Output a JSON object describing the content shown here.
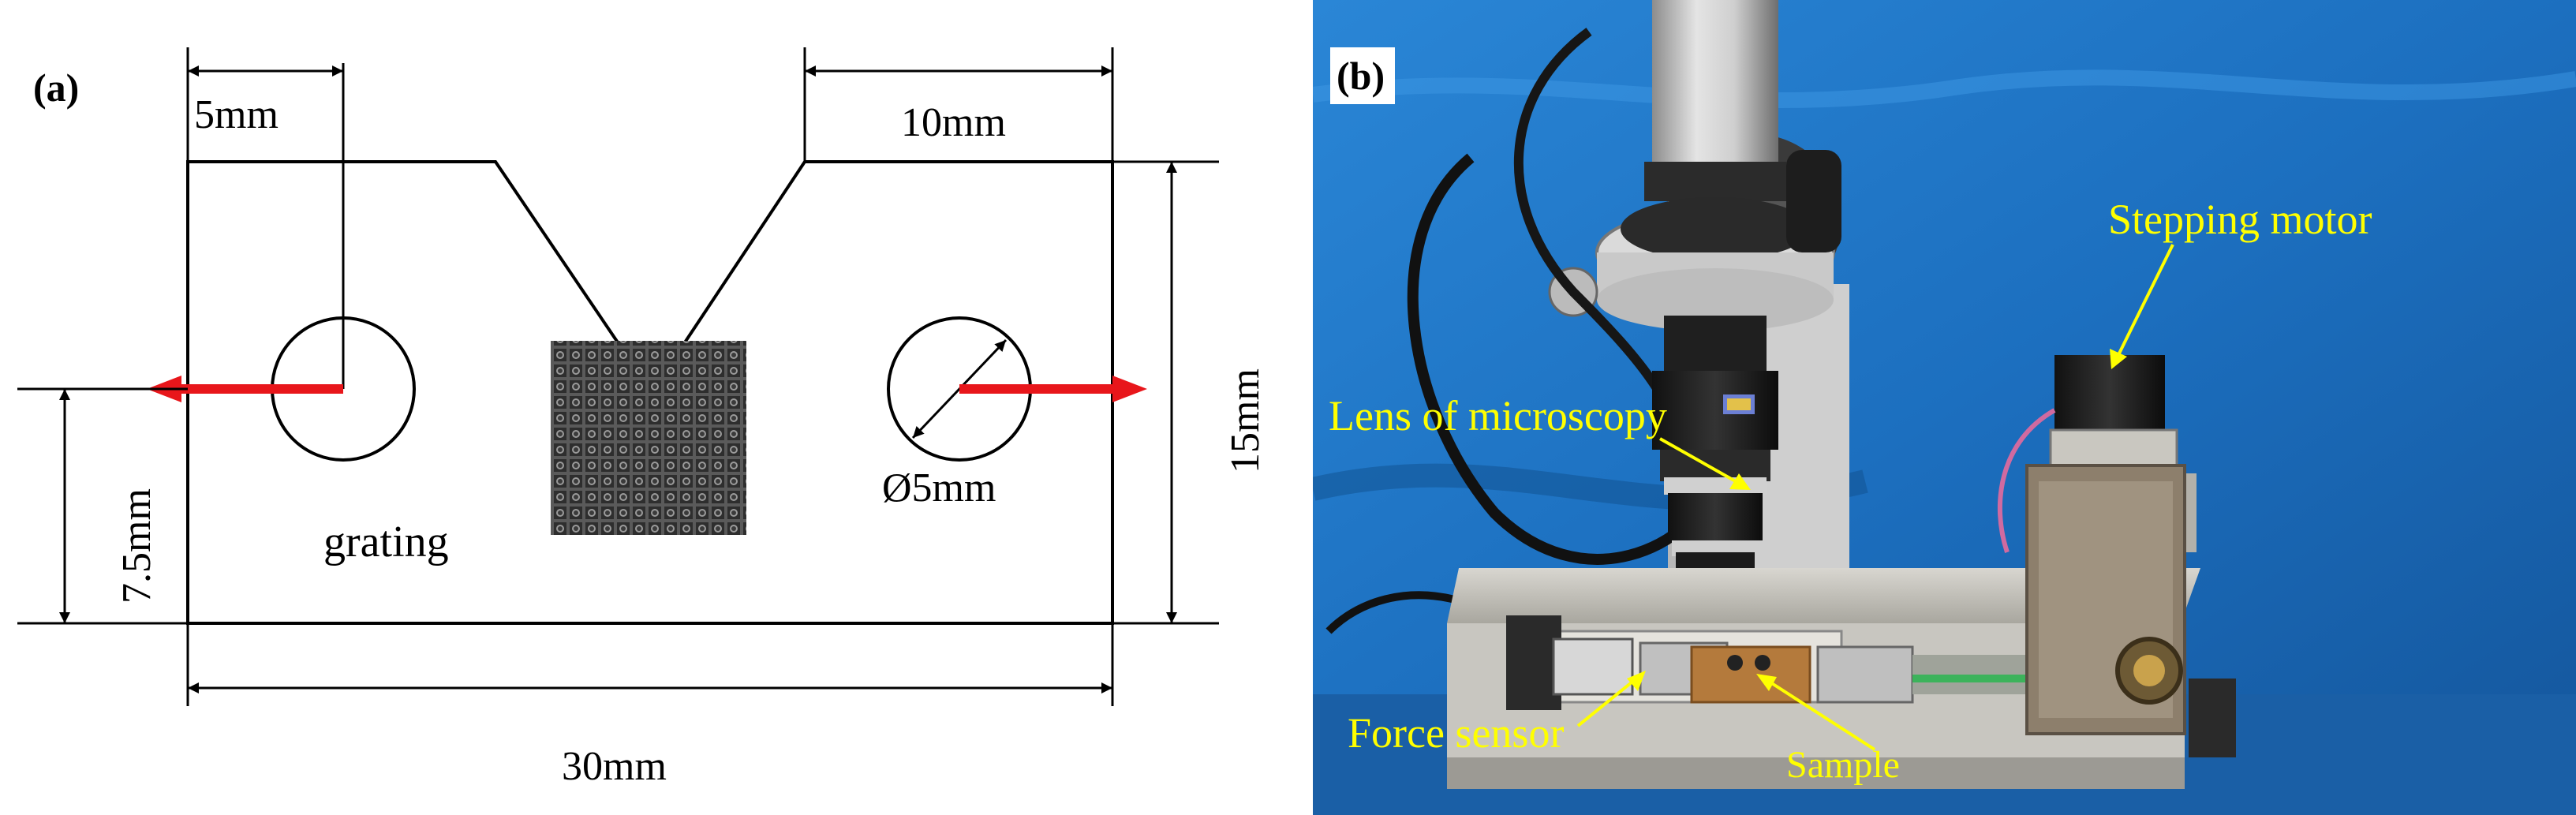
{
  "panel_a": {
    "label": "(a)",
    "dim_top_left": "5mm",
    "dim_top_right": "10mm",
    "dim_right": "15mm",
    "dim_left": "7.5mm",
    "dim_bottom": "30mm",
    "hole_label": "Ø5mm",
    "grating_label": "grating",
    "colors": {
      "line": "#000000",
      "arrow": "#e8161b",
      "background": "#ffffff"
    }
  },
  "panel_b": {
    "label": "(b)",
    "annotations": {
      "stepping_motor": "Stepping motor",
      "lens": "Lens of microscopy",
      "force_sensor": "Force sensor",
      "sample": "Sample"
    },
    "colors": {
      "annotation": "#ffff00",
      "backdrop": "#1f78c8"
    }
  }
}
